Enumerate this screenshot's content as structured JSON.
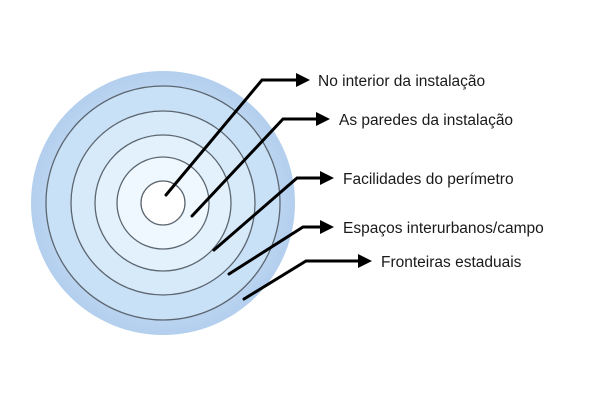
{
  "diagram": {
    "layers": [
      {
        "label": "No interior da instalação"
      },
      {
        "label": "As paredes da instalação"
      },
      {
        "label": "Facilidades do perímetro"
      },
      {
        "label": "Espaços interurbanos/campo"
      },
      {
        "label": "Fronteiras estaduais"
      }
    ],
    "colors": {
      "outer_ring": "#bcd6f1",
      "ring_4": "#c9e1f7",
      "ring_3": "#d7eafa",
      "ring_2": "#e3f1fc",
      "ring_1": "#eef8fe",
      "core": "#ffffff",
      "ring_stroke": "#5c6670",
      "arrow": "#000000",
      "text": "#1a1a1a"
    }
  }
}
